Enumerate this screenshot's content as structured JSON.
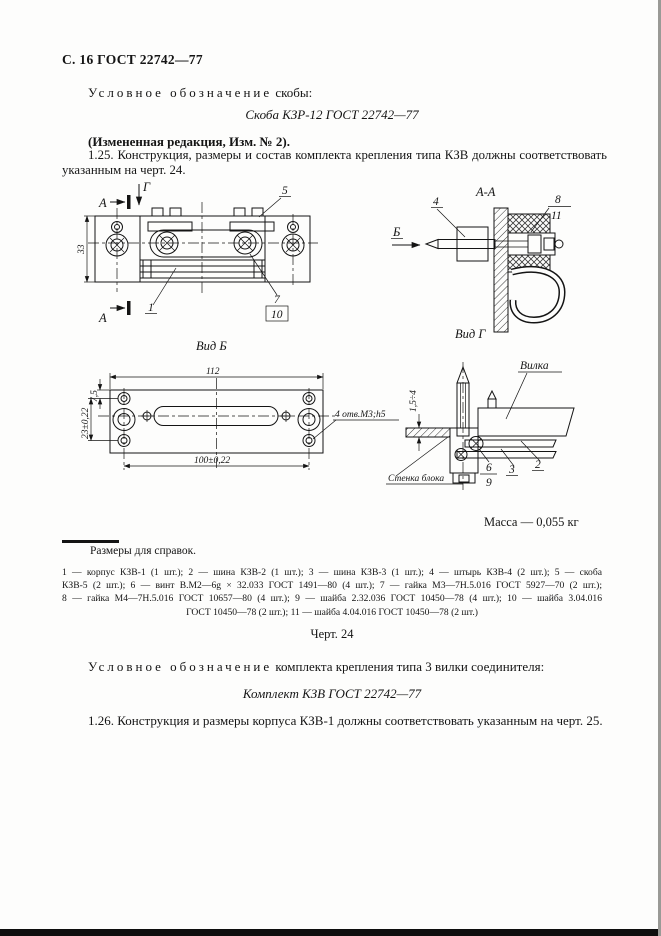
{
  "colors": {
    "paper": "#fdfdfc",
    "ink": "#141414"
  },
  "header": {
    "page_label": "С. 16 ГОСТ 22742—77"
  },
  "clamp_designation": {
    "lead_spaced": "Условное обозначение",
    "lead_rest": "скобы:",
    "formula": "Скоба КЗР-12 ГОСТ 22742—77"
  },
  "amendment": "(Измененная редакция, Изм. № 2).",
  "clause_1_25": "1.25. Конструкция, размеры и состав комплекта крепления типа КЗВ должны соответствовать указанным на черт. 24.",
  "drawing": {
    "front_view": {
      "section_a_top": "А",
      "section_a_bottom": "А",
      "view_arrow_g": "Г",
      "dim_height": "33",
      "callout_5": "5",
      "callout_1": "1",
      "callout_7": "7",
      "callout_10": "10"
    },
    "section_aa": {
      "title": "А-А",
      "view_arrow_b": "Б",
      "callout_4": "4",
      "callout_8": "8",
      "callout_11": "11"
    },
    "view_b": {
      "title": "Вид Б",
      "dim_width": "112",
      "dim_holes": "100±0,22",
      "dim_top_offset": "7,5",
      "dim_hole_span": "23±0,22",
      "holes_note": "4 отв.М3;h5"
    },
    "view_g": {
      "title": "Вид Г",
      "label_plug": "Вилка",
      "label_wall": "Стенка блока",
      "dim_wall": "1,5÷4",
      "callout_6": "6",
      "callout_9": "9",
      "callout_3": "3",
      "callout_2": "2"
    },
    "mass_note": "Масса — 0,055 кг",
    "footnote": "Размеры для справок.",
    "caption": "Черт. 24"
  },
  "parts_list": {
    "lines": [
      "1 — корпус КЗВ-1 (1 шт.); 2 — шина КЗВ-2 (1 шт.); 3 — шина КЗВ-3 (1 шт.); 4 — штырь КЗВ-4 (2 шт.); 5 — скоба",
      "КЗВ-5 (2 шт.); 6 — винт В.М2—6g × 32.033 ГОСТ 1491—80 (4 шт.); 7 — гайка М3—7Н.5.016 ГОСТ 5927—70 (2 шт.);",
      "8 — гайка М4—7Н.5.016 ГОСТ 10657—80 (4 шт.); 9 — шайба 2.32.036 ГОСТ 10450—78 (4 шт.); 10 — шайба 3.04.016",
      "ГОСТ 10450—78 (2 шт.); 11 — шайба 4.04.016 ГОСТ 10450—78 (2 шт.)"
    ]
  },
  "kit_designation": {
    "lead_spaced": "Условное обозначение",
    "lead_rest": "комплекта крепления типа 3 вилки соединителя:",
    "formula": "Комплект КЗВ ГОСТ 22742—77"
  },
  "clause_1_26": "1.26. Конструкция и размеры корпуса КЗВ-1 должны соответствовать указанным на черт. 25."
}
